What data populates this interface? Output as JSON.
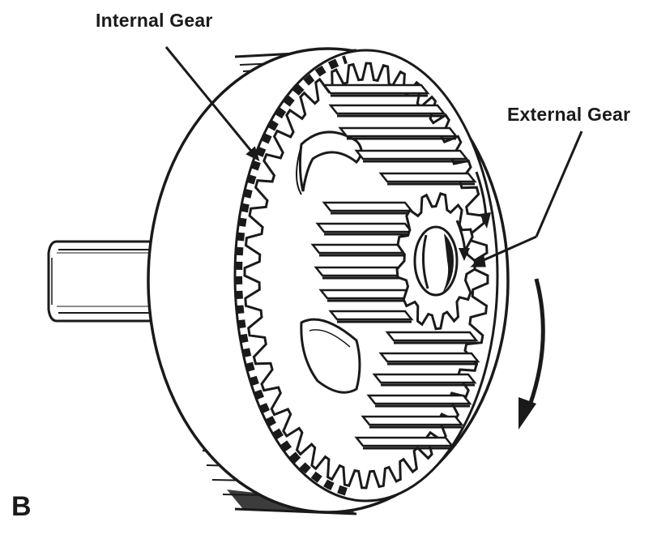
{
  "labels": {
    "internal_gear": "Internal Gear",
    "external_gear": "External Gear",
    "panel": "B"
  },
  "style": {
    "ink": "#1a1a1a",
    "paper": "#ffffff"
  },
  "gears": {
    "internal_teeth": 44,
    "external_teeth": 13
  }
}
